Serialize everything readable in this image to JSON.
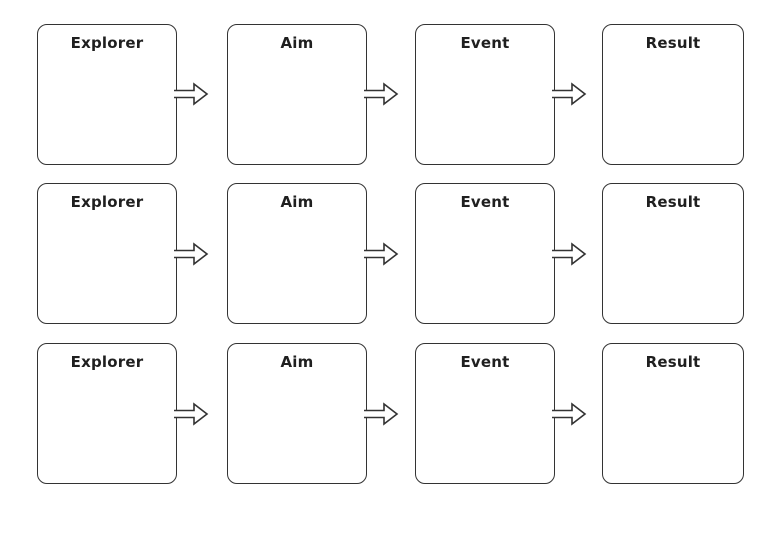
{
  "worksheet": {
    "kind": "explorer-flowchart-template",
    "columns": [
      "Explorer",
      "Aim",
      "Event",
      "Result"
    ],
    "grid": {
      "rows": [
        {
          "cells": [
            {
              "label": "Explorer"
            },
            {
              "label": "Aim"
            },
            {
              "label": "Event"
            },
            {
              "label": "Result"
            }
          ]
        },
        {
          "cells": [
            {
              "label": "Explorer"
            },
            {
              "label": "Aim"
            },
            {
              "label": "Event"
            },
            {
              "label": "Result"
            }
          ]
        },
        {
          "cells": [
            {
              "label": "Explorer"
            },
            {
              "label": "Aim"
            },
            {
              "label": "Event"
            },
            {
              "label": "Result"
            }
          ]
        }
      ]
    },
    "colors": {
      "background": "#ffffff",
      "box_fill": "#ffffff",
      "border": "#333333",
      "text": "#1f1f1f"
    }
  }
}
